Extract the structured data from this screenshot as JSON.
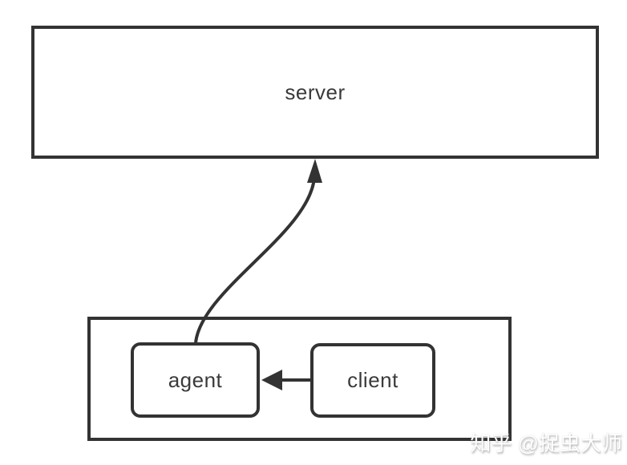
{
  "diagram": {
    "nodes": {
      "server": {
        "label": "server"
      },
      "agent": {
        "label": "agent"
      },
      "client": {
        "label": "client"
      }
    },
    "edges": [
      {
        "from": "agent",
        "to": "server",
        "style": "curved-arrow",
        "direction": "up"
      },
      {
        "from": "client",
        "to": "agent",
        "style": "straight-arrow",
        "direction": "left"
      }
    ],
    "colors": {
      "stroke": "#333333",
      "text": "#3a3a3a",
      "background": "#ffffff"
    }
  },
  "watermark": {
    "text": "知乎 @捉虫大师"
  }
}
